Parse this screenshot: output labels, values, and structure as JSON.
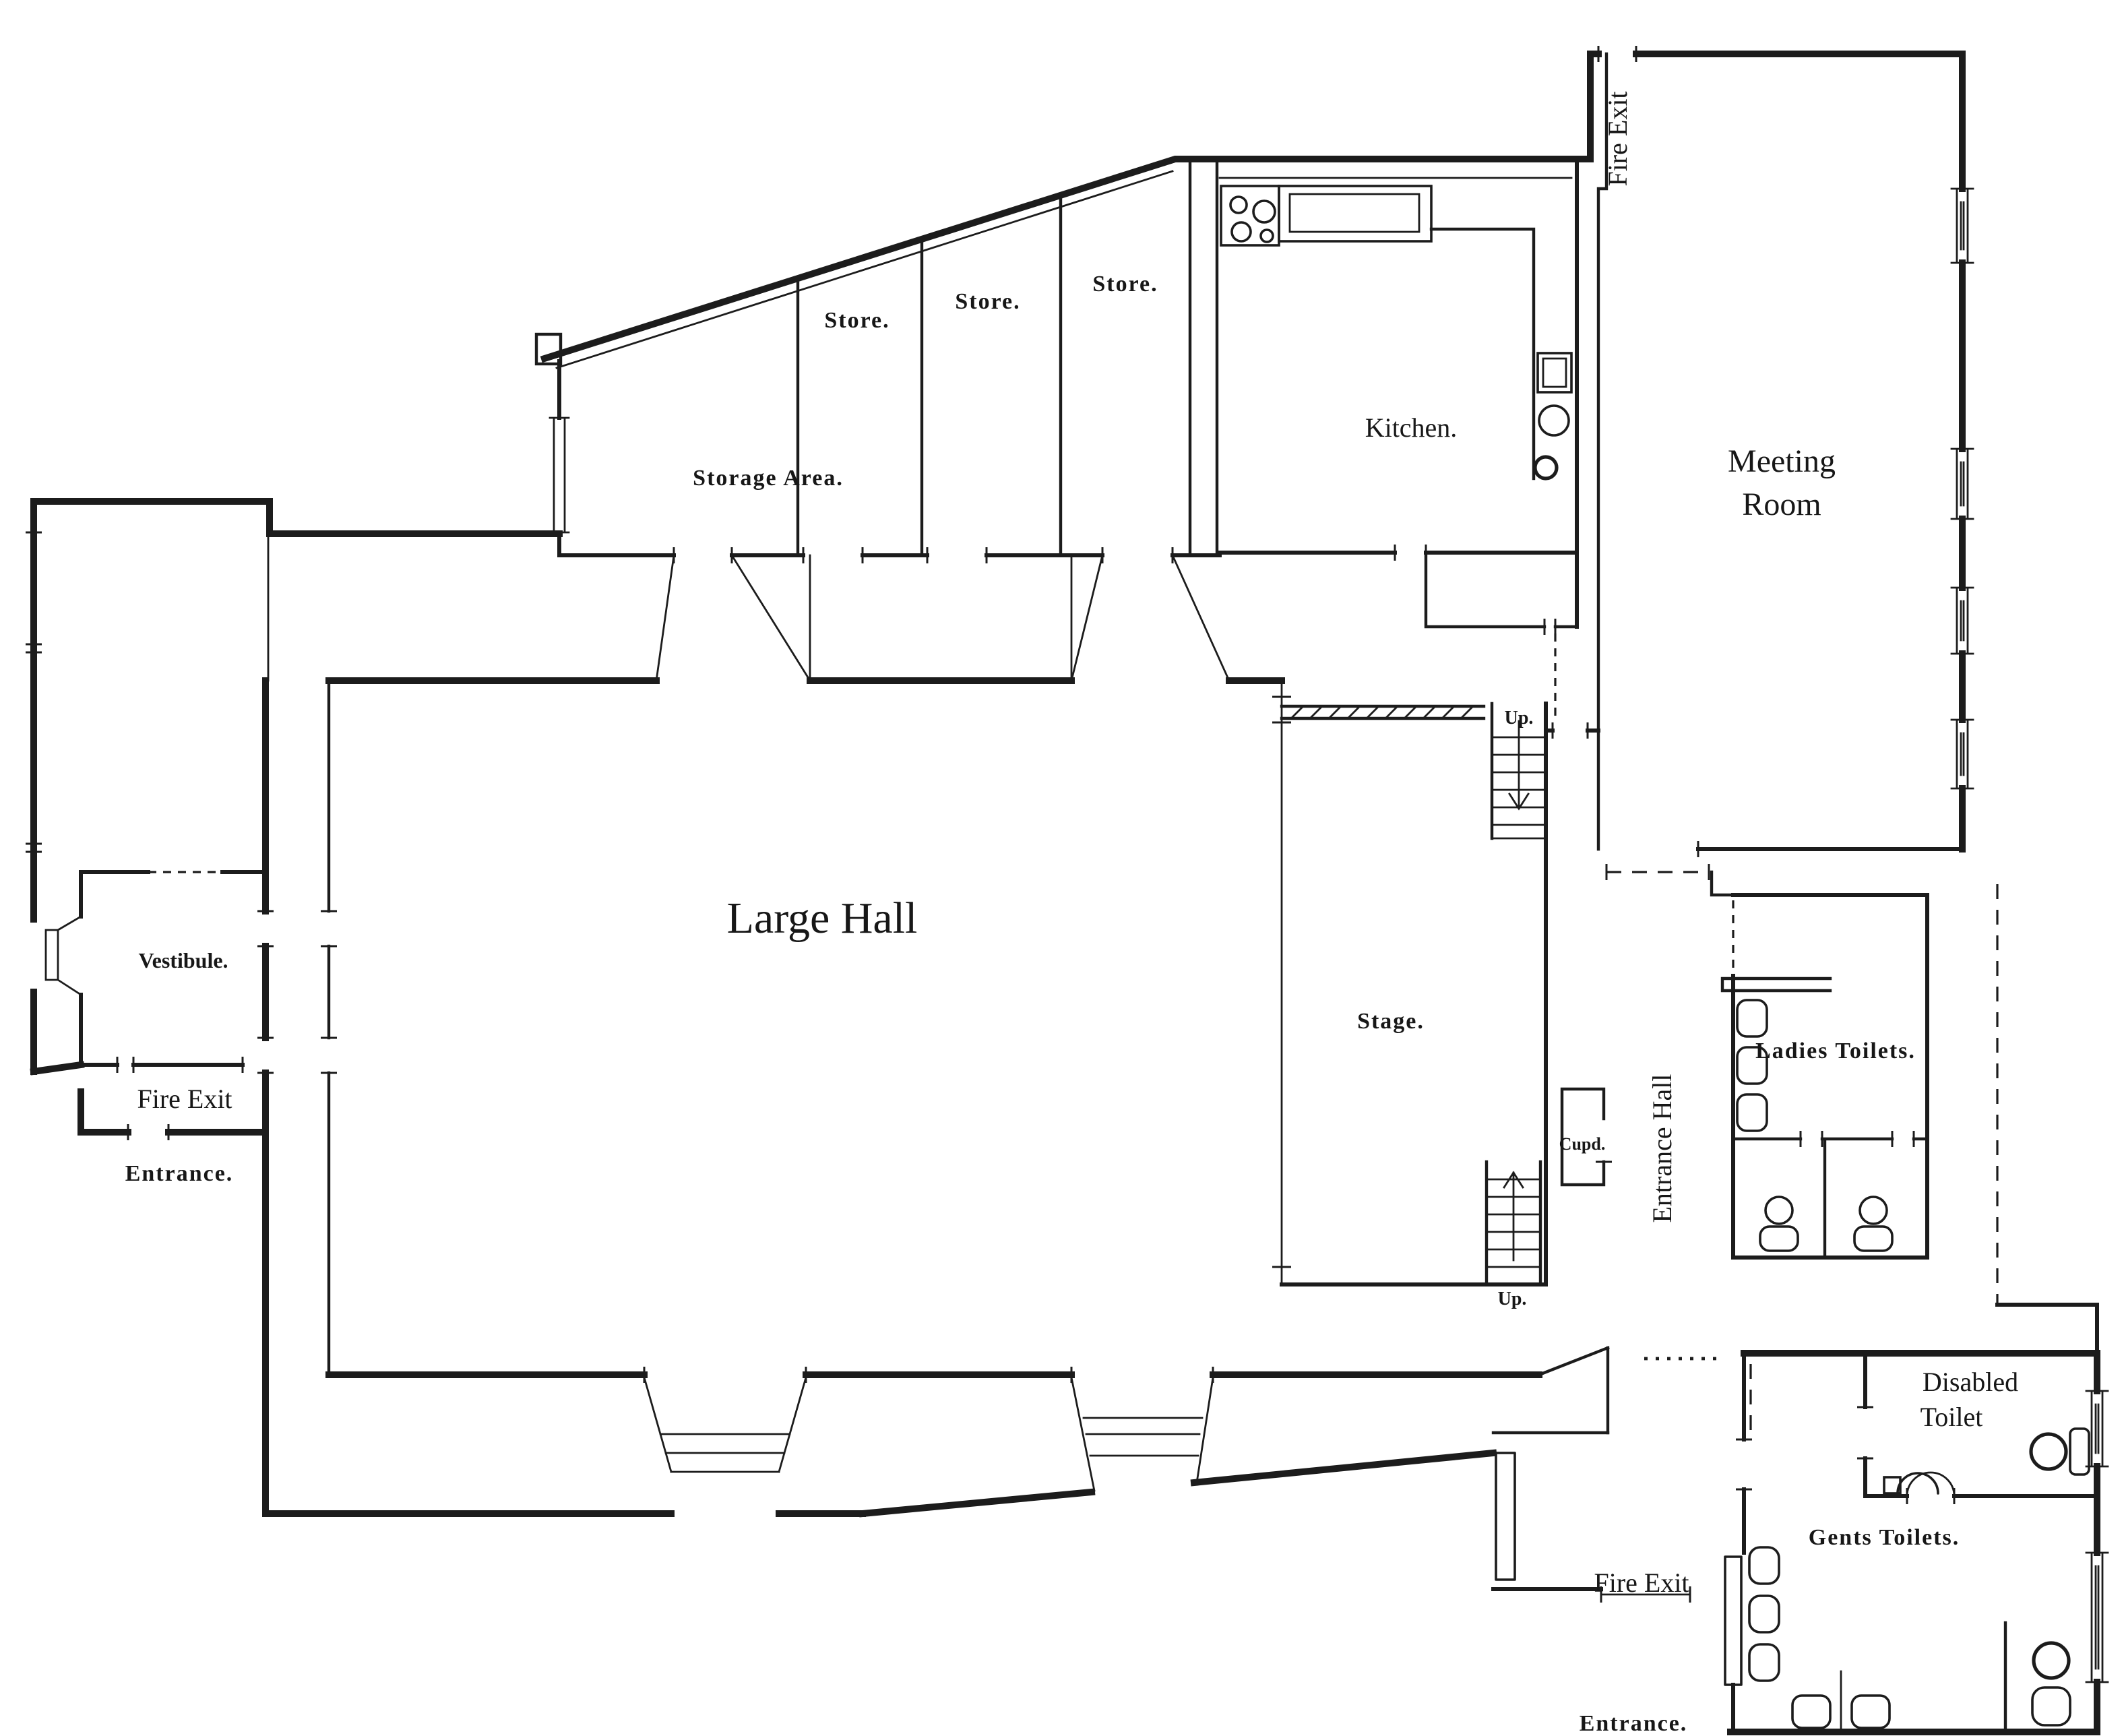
{
  "title": "Hall ground floor plan",
  "colors": {
    "ink": "#1c1c1c",
    "paper": "#ffffff"
  },
  "rooms": {
    "large_hall": {
      "label": "Large Hall"
    },
    "stage": {
      "label": "Stage."
    },
    "kitchen": {
      "label": "Kitchen."
    },
    "meeting_room": {
      "line1": "Meeting",
      "line2": "Room"
    },
    "storage_area": {
      "label": "Storage  Area."
    },
    "store_1": {
      "label": "Store."
    },
    "store_2": {
      "label": "Store."
    },
    "store_3": {
      "label": "Store."
    },
    "vestibule": {
      "label": "Vestibule."
    },
    "entrance_hall": {
      "label": "Entrance Hall"
    },
    "ladies_toilets": {
      "label": "Ladies Toilets."
    },
    "gents_toilets": {
      "label": "Gents Toilets."
    },
    "disabled_toilet": {
      "line1": "Disabled",
      "line2": "Toilet"
    },
    "cupboard": {
      "label": "Cupd."
    }
  },
  "circulation": {
    "fire_exit_top": "Fire Exit",
    "fire_exit_left": "Fire Exit",
    "fire_exit_bottom": "Fire Exit",
    "entrance_left": "Entrance.",
    "entrance_bottom": "Entrance.",
    "stairs_up_stage": "Up.",
    "stairs_up_lower": "Up."
  },
  "fixtures": {
    "kitchen": [
      "cooker-hob-icon",
      "sink-counter-icon",
      "sink-unit-icon"
    ],
    "ladies": [
      "washbasin-icon",
      "washbasin-icon",
      "washbasin-icon",
      "toilet-icon",
      "toilet-icon"
    ],
    "gents": [
      "urinal-icon",
      "urinal-icon",
      "urinal-icon",
      "washbasin-icon",
      "washbasin-icon",
      "toilet-icon"
    ],
    "disabled": [
      "washbasin-icon",
      "toilet-icon"
    ]
  }
}
